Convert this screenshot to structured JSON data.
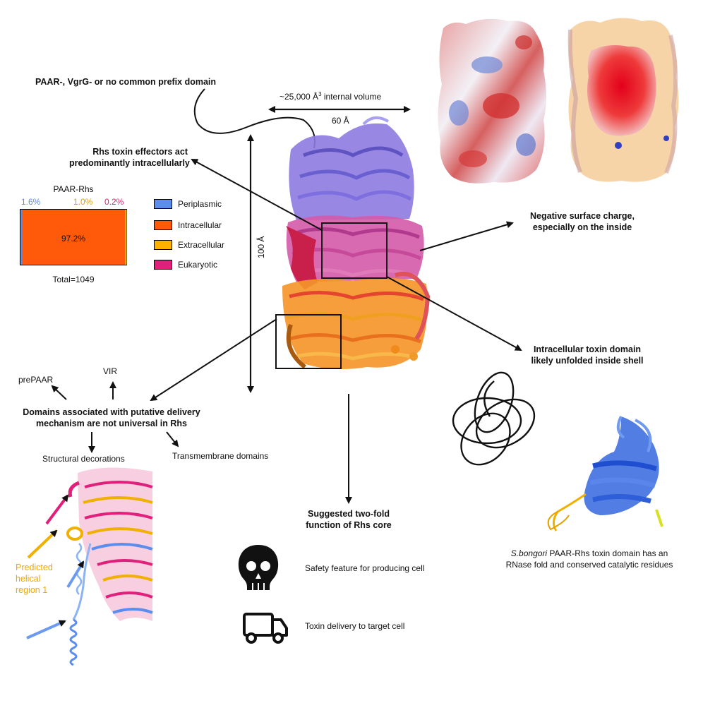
{
  "labels": {
    "prefix_domain": "PAAR-, VgrG- or no common prefix domain",
    "internal_volume_pre": "~25,000 Å",
    "internal_volume_sup": "3",
    "internal_volume_post": " internal volume",
    "width": "60 Å",
    "height": "100 Å",
    "intracellular_line1": "Rhs toxin effectors act",
    "intracellular_line2": "predominantly intracellularly",
    "negative_line1": "Negative surface charge,",
    "negative_line2": "especially on the inside",
    "unfolded_line1": "Intracellular toxin domain",
    "unfolded_line2": "likely unfolded inside shell",
    "delivery_line1": "Domains associated with putative delivery",
    "delivery_line2": "mechanism are not universal in Rhs",
    "prepaar": "prePAAR",
    "vir": "VIR",
    "structural": "Structural decorations",
    "transmembrane": "Transmembrane domains",
    "helical_line1": "Predicted",
    "helical_line2": "helical",
    "helical_line3": "region 1",
    "twofold_line1": "Suggested two-fold",
    "twofold_line2": "function of Rhs core",
    "safety": "Safety feature for producing cell",
    "delivery_target": "Toxin delivery to target cell",
    "sbongori_italic": "S.bongori",
    "sbongori_rest": " PAAR-Rhs toxin domain has an",
    "sbongori_line2": "RNase fold and conserved catalytic residues"
  },
  "icons": {
    "skull": "skull-icon",
    "truck": "truck-icon"
  },
  "chart_data": {
    "type": "bar",
    "title": "PAAR-Rhs",
    "total_label": "Total=1049",
    "orientation": "horizontal-stacked",
    "series": [
      {
        "name": "Periplasmic",
        "value": 1.6,
        "label": "1.6%",
        "color": "#5B8DEF"
      },
      {
        "name": "Intracellular",
        "value": 97.2,
        "label": "97.2%",
        "color": "#FF5A0A"
      },
      {
        "name": "Extracellular",
        "value": 1.0,
        "label": "1.0%",
        "color": "#FFB000"
      },
      {
        "name": "Eukaryotic",
        "value": 0.2,
        "label": "0.2%",
        "color": "#E0207A"
      }
    ]
  }
}
